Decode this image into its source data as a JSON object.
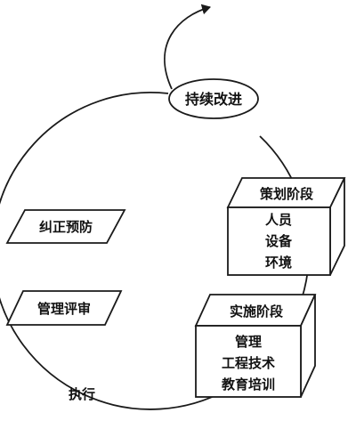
{
  "colors": {
    "line": "#1a1a1a",
    "fill": "#ffffff",
    "text": "#111111"
  },
  "nodes": {
    "continuous_improvement": "持续改进",
    "planning": {
      "title": "策划阶段",
      "items": [
        "人员",
        "设备",
        "环境"
      ]
    },
    "implementation": {
      "title": "实施阶段",
      "items": [
        "管理",
        "工程技术",
        "教育培训"
      ]
    },
    "corrective_prevention": "纠正预防",
    "management_review": "管理评审",
    "execution": "执行"
  }
}
